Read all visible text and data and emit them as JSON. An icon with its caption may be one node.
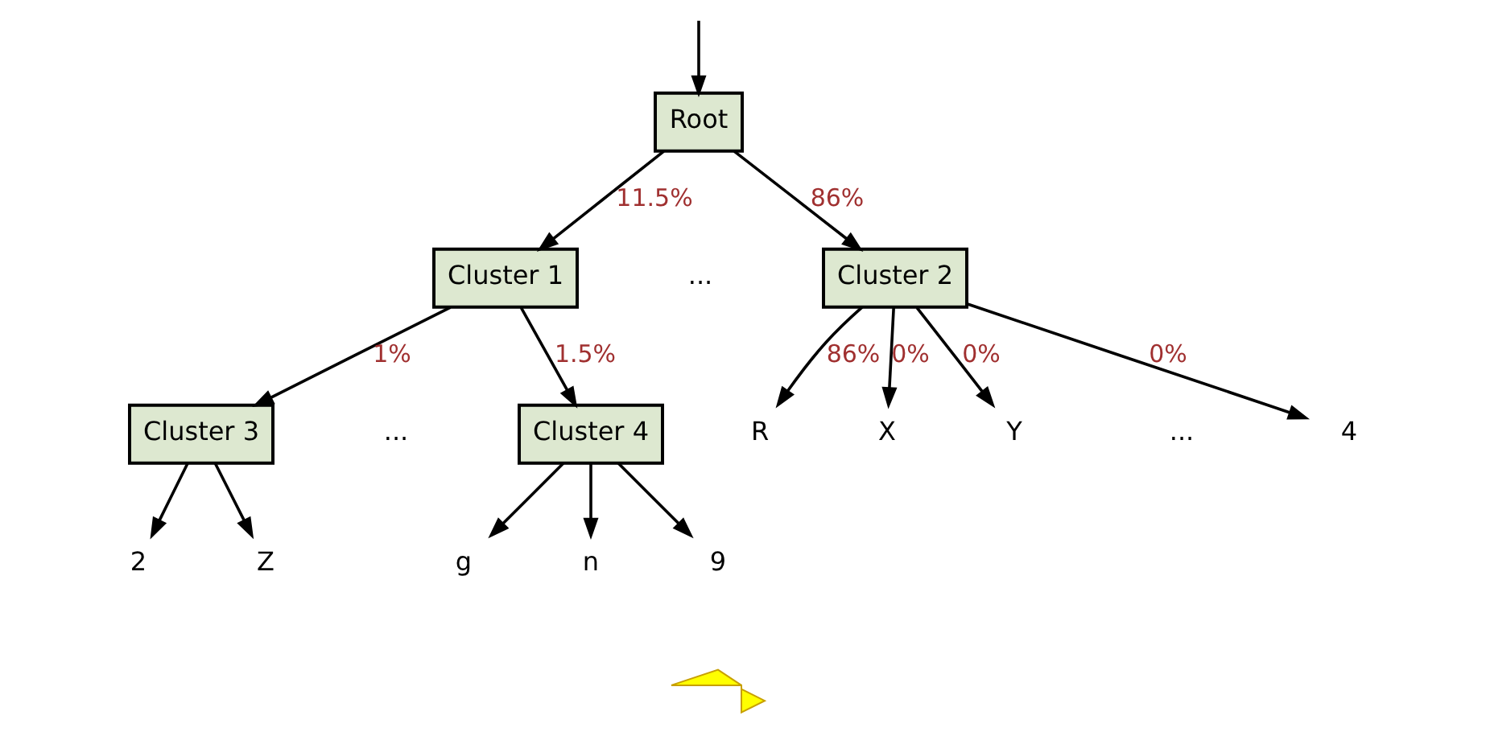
{
  "diagram": {
    "nodes": [
      {
        "text": [
          "Root"
        ]
      },
      {
        "text": [
          "Cluster 1"
        ]
      },
      {
        "text": [
          "Cluster 2"
        ]
      },
      {
        "text": [
          "Cluster 3"
        ]
      },
      {
        "text": [
          "Cluster 4"
        ]
      },
      {
        "text": [
          "R"
        ]
      },
      {
        "text": [
          "X"
        ]
      },
      {
        "text": [
          "Y"
        ]
      },
      {
        "text": [
          "4"
        ]
      },
      {
        "text": [
          "2"
        ]
      },
      {
        "text": [
          "Z"
        ]
      },
      {
        "text": [
          "g"
        ]
      },
      {
        "text": [
          "n"
        ]
      },
      {
        "text": [
          "9"
        ]
      },
      {
        "text": [],
        "shape": "arrow"
      }
    ],
    "edges": [
      {
        "from": null,
        "to": 0,
        "arrow": "to"
      },
      {
        "from": 0,
        "to": 1,
        "arrow": "to",
        "label": "11.5%"
      },
      {
        "from": 0,
        "to": 2,
        "arrow": "to",
        "label": "86%"
      },
      {
        "from": 1,
        "to": 3,
        "arrow": "to",
        "label": "1%"
      },
      {
        "from": 1,
        "to": 4,
        "arrow": "to",
        "label": "1.5%"
      },
      {
        "from": 2,
        "to": 5,
        "arrow": "to",
        "label": "86%"
      },
      {
        "from": 2,
        "to": 6,
        "arrow": "to",
        "label": "0%"
      },
      {
        "from": 2,
        "to": 7,
        "arrow": "to",
        "label": "0%"
      },
      {
        "from": 2,
        "to": 8,
        "arrow": "to",
        "label": "0%"
      },
      {
        "from": 3,
        "to": 9,
        "arrow": "to"
      },
      {
        "from": 3,
        "to": 10,
        "arrow": "to"
      },
      {
        "from": 4,
        "to": 11,
        "arrow": "to"
      },
      {
        "from": 4,
        "to": 12,
        "arrow": "to"
      },
      {
        "from": 4,
        "to": 13,
        "arrow": "to"
      }
    ],
    "labels": [
      "...",
      "...",
      "..."
    ]
  }
}
